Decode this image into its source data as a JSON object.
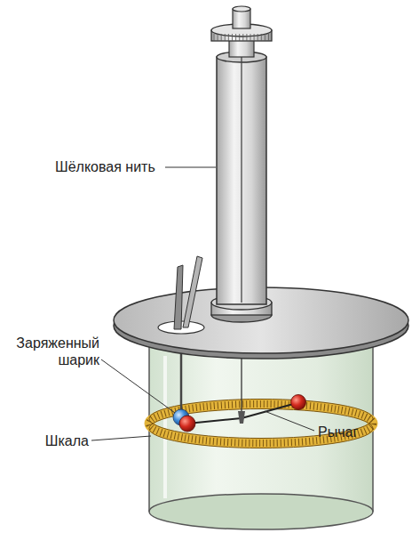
{
  "diagram": {
    "labels": [
      "Шёлковая нить",
      "Заряженный шарик",
      "Шкала",
      "Рычаг"
    ]
  }
}
